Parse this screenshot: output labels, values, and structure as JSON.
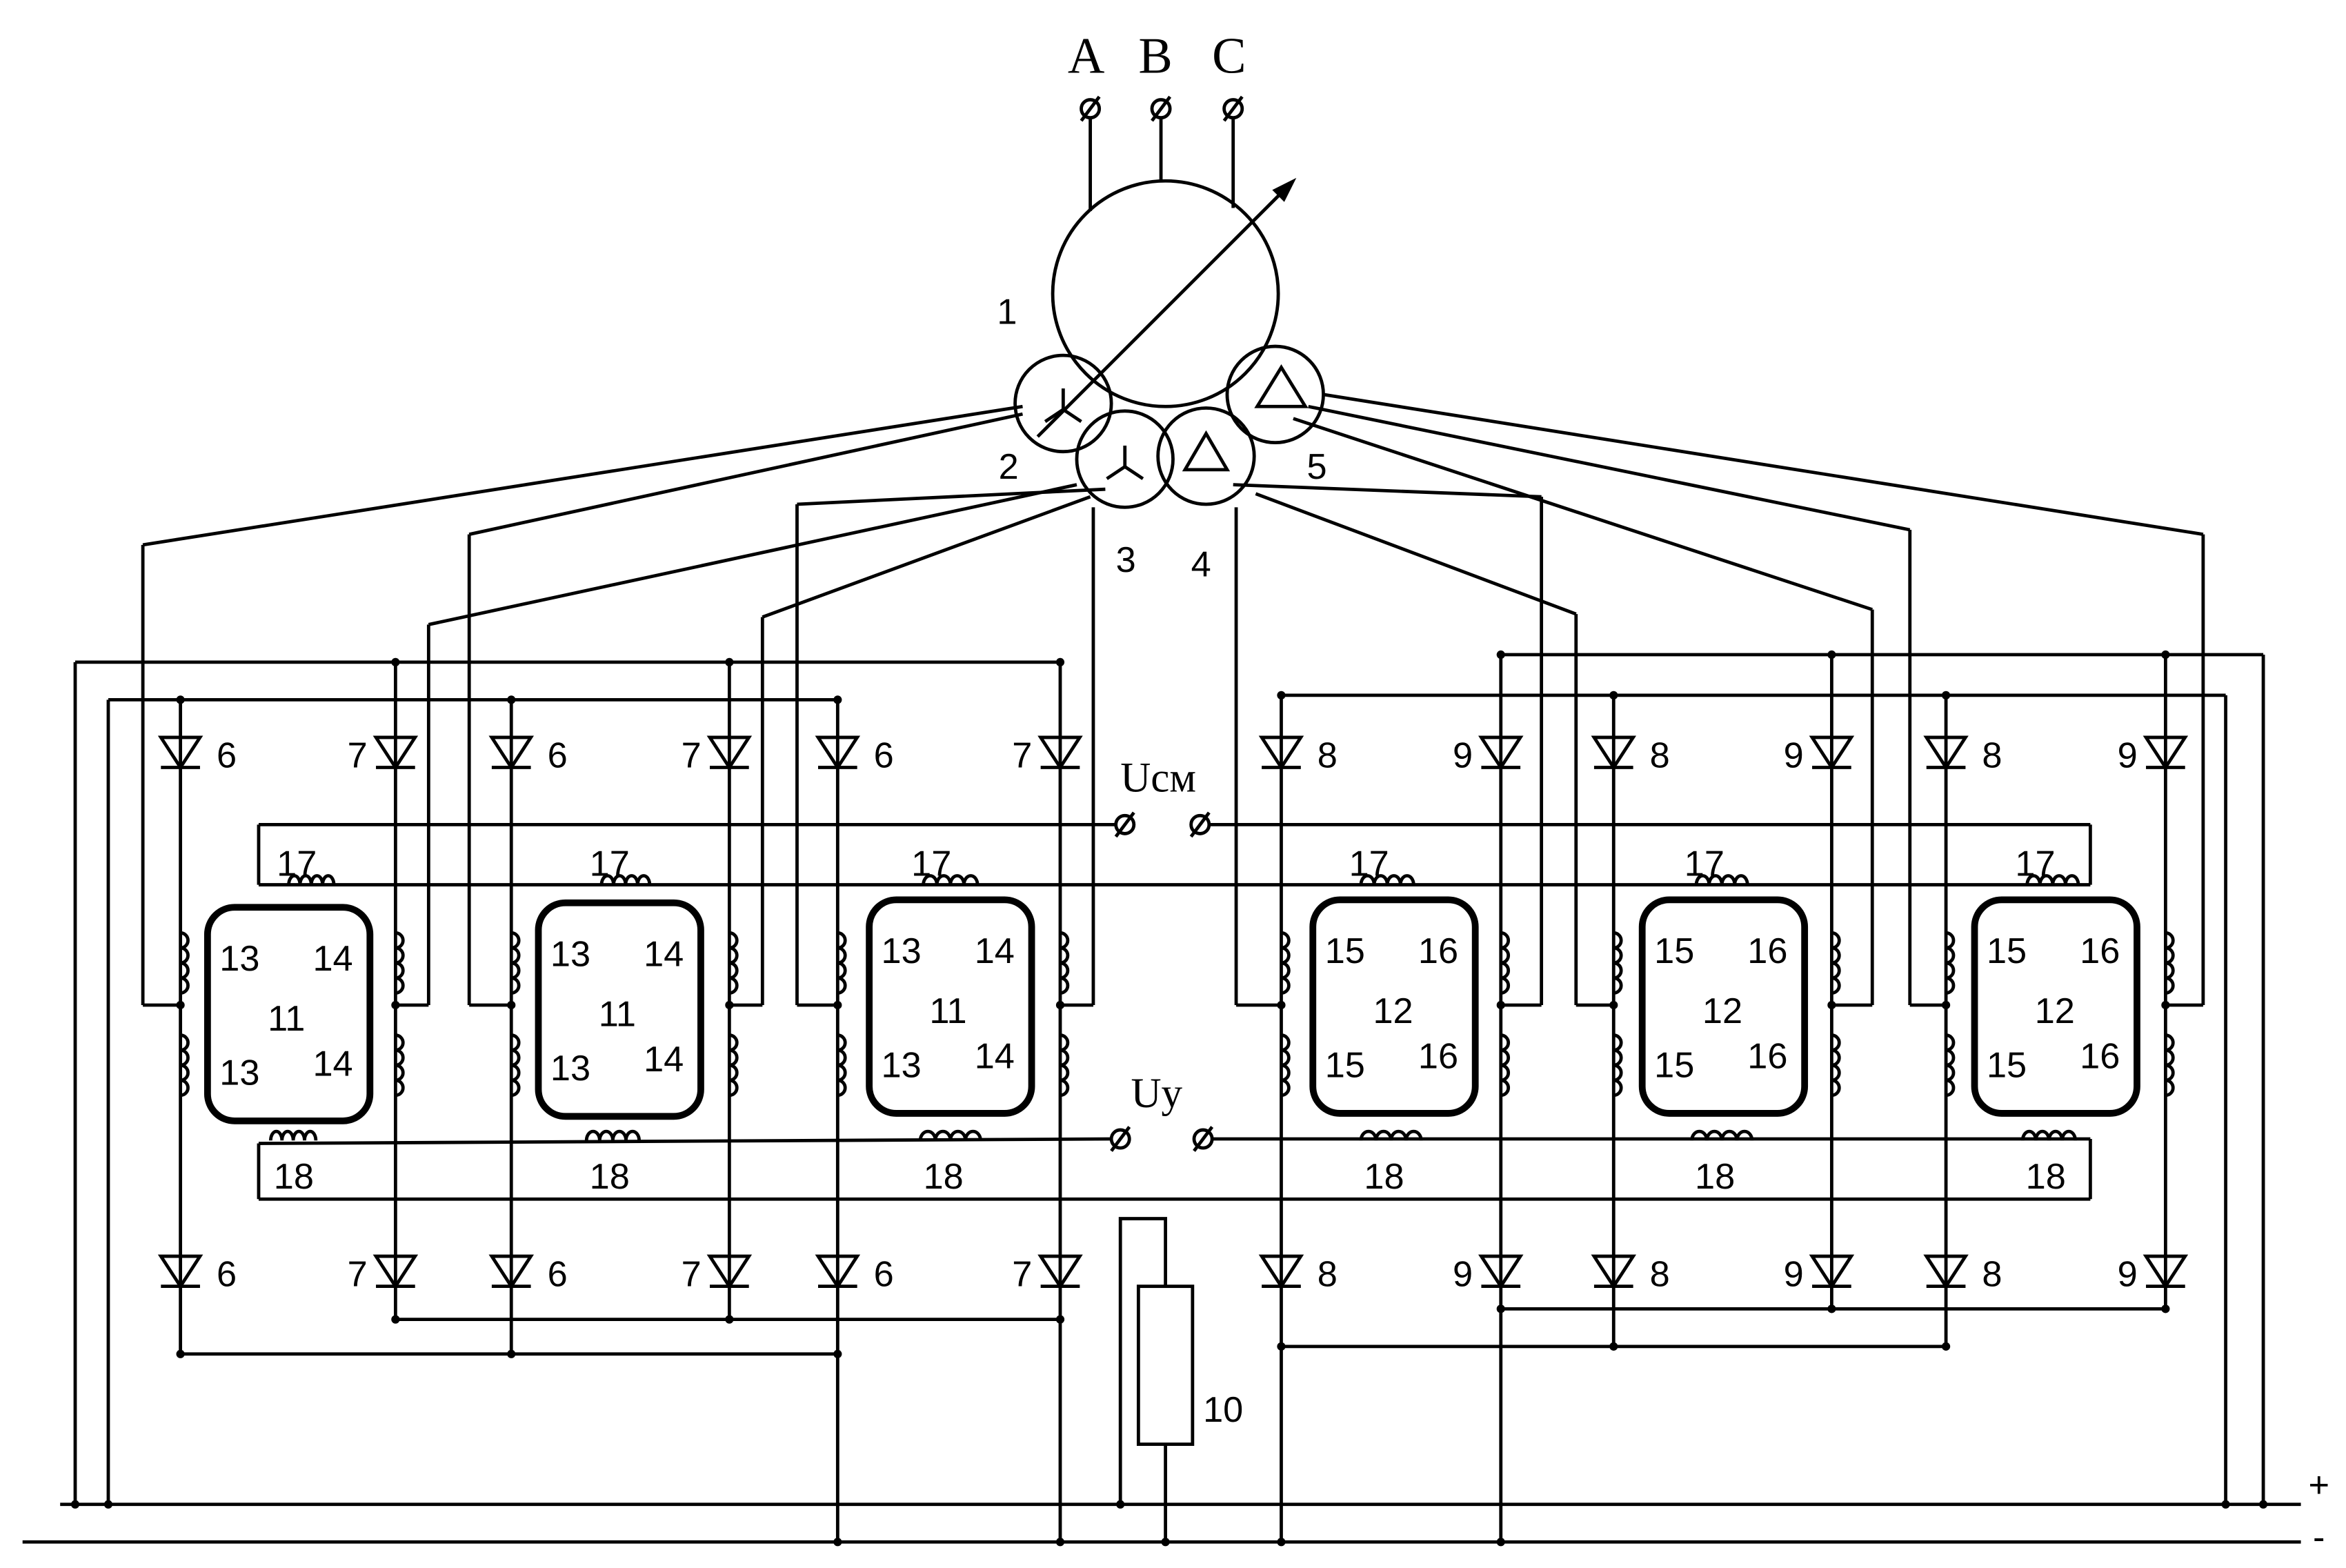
{
  "terminals": {
    "a": "A",
    "b": "B",
    "c": "C"
  },
  "transformer": {
    "main": "1",
    "windings": [
      "2",
      "3",
      "4",
      "5"
    ]
  },
  "control": {
    "bias_label": "Uсм",
    "control_label": "Uy"
  },
  "bus": {
    "plus": "+",
    "minus": "-"
  },
  "resistor": "10",
  "diodes_top": [
    "6",
    "7",
    "6",
    "7",
    "6",
    "7",
    "8",
    "9",
    "8",
    "9",
    "8",
    "9"
  ],
  "diodes_bottom": [
    "6",
    "7",
    "6",
    "7",
    "6",
    "7",
    "8",
    "9",
    "8",
    "9",
    "8",
    "9"
  ],
  "coil_17": [
    "17",
    "17",
    "17",
    "17",
    "17",
    "17"
  ],
  "coil_18": [
    "18",
    "18",
    "18",
    "18",
    "18",
    "18"
  ],
  "cores": [
    {
      "id": "11",
      "tl": "13",
      "tr": "14",
      "bl": "13",
      "br": "14"
    },
    {
      "id": "11",
      "tl": "13",
      "tr": "14",
      "bl": "13",
      "br": "14"
    },
    {
      "id": "11",
      "tl": "13",
      "tr": "14",
      "bl": "13",
      "br": "14"
    },
    {
      "id": "12",
      "tl": "15",
      "tr": "16",
      "bl": "15",
      "br": "16"
    },
    {
      "id": "12",
      "tl": "15",
      "tr": "16",
      "bl": "15",
      "br": "16"
    },
    {
      "id": "12",
      "tl": "15",
      "tr": "16",
      "bl": "15",
      "br": "16"
    }
  ]
}
